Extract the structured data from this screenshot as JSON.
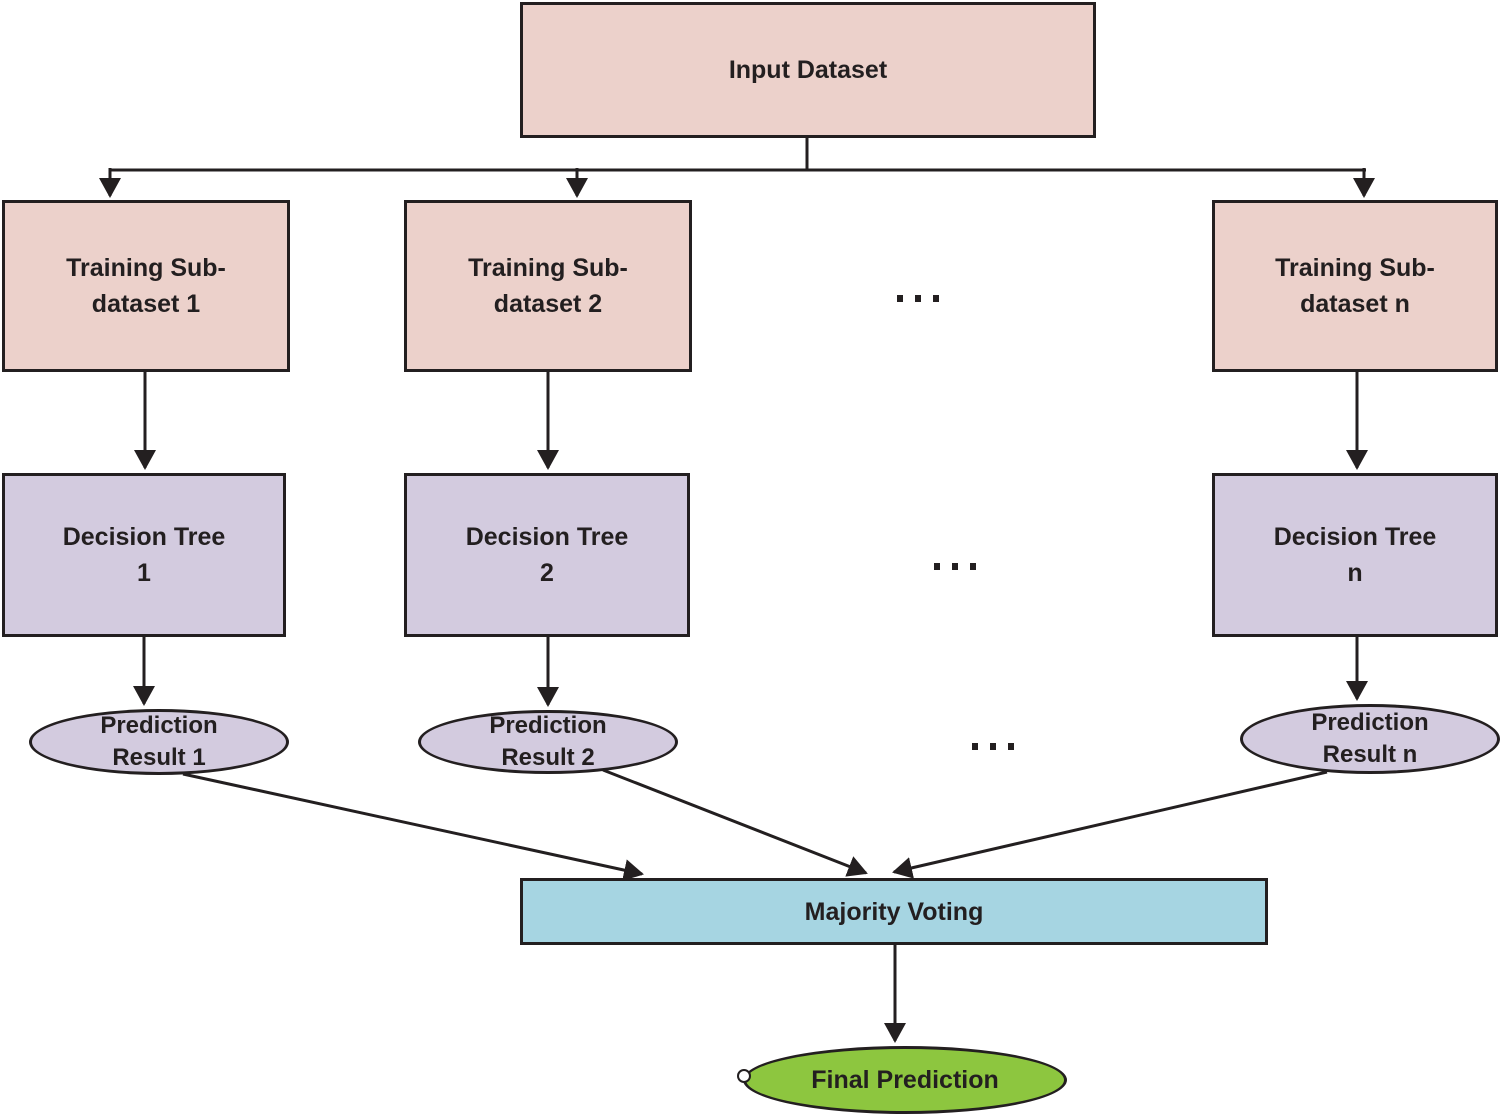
{
  "colors": {
    "dataset_fill": "#ECD1CB",
    "tree_fill": "#D3CBDF",
    "voting_fill": "#A6D5E2",
    "final_fill": "#8DC63F",
    "line": "#231F20",
    "text": "#231F20",
    "background": "#FFFFFF"
  },
  "nodes": {
    "input_dataset": {
      "label": "Input Dataset"
    },
    "training_subsets": [
      {
        "line1": "Training Sub-",
        "line2": "dataset 1"
      },
      {
        "line1": "Training Sub-",
        "line2": "dataset 2"
      },
      {
        "line1": "Training Sub-",
        "line2": "dataset n"
      }
    ],
    "decision_trees": [
      {
        "line1": "Decision Tree",
        "line2": "1"
      },
      {
        "line1": "Decision Tree",
        "line2": "2"
      },
      {
        "line1": "Decision Tree",
        "line2": "n"
      }
    ],
    "prediction_results": [
      {
        "line1": "Prediction",
        "line2": "Result 1"
      },
      {
        "line1": "Prediction",
        "line2": "Result 2"
      },
      {
        "line1": "Prediction",
        "line2": "Result n"
      }
    ],
    "majority_voting": {
      "label": "Majority Voting"
    },
    "final_prediction": {
      "label": "Final Prediction"
    }
  },
  "ellipsis": "· · ·"
}
